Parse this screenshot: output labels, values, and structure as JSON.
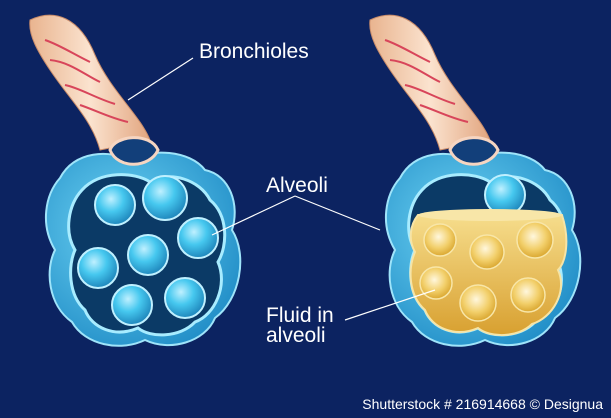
{
  "labels": {
    "bronchioles": "Bronchioles",
    "alveoli": "Alveoli",
    "fluid_line1": "Fluid in",
    "fluid_line2": "alveoli",
    "credit": "Shutterstock # 216914668 © Designua"
  },
  "colors": {
    "background": "#0c2361",
    "sac_outer": "#35a9d8",
    "sac_dark": "#0b3a66",
    "alveolus": "#2cc0ec",
    "fluid": "#e8c04a",
    "tube": "#f2ccb0",
    "tube_stripes": "#d8455a"
  }
}
